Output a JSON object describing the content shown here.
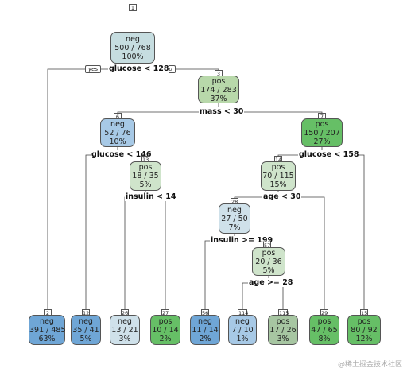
{
  "tree": {
    "edge_labels": {
      "yes": "yes",
      "no": "no"
    },
    "splits": {
      "s1": "glucose < 128",
      "s3": "mass < 30",
      "s6": "glucose < 146",
      "s7": "glucose < 158",
      "s13": "insulin < 14",
      "s14": "age < 30",
      "s28": "insulin >= 199",
      "s57": "age >= 28"
    },
    "nodes": {
      "n1": {
        "id": "1",
        "cls": "neg",
        "count": "500 / 768",
        "pct": "100%"
      },
      "n3": {
        "id": "3",
        "cls": "pos",
        "count": "174 / 283",
        "pct": "37%"
      },
      "n6": {
        "id": "6",
        "cls": "neg",
        "count": "52 / 76",
        "pct": "10%"
      },
      "n7": {
        "id": "7",
        "cls": "pos",
        "count": "150 / 207",
        "pct": "27%"
      },
      "n13": {
        "id": "13",
        "cls": "pos",
        "count": "18 / 35",
        "pct": "5%"
      },
      "n14": {
        "id": "14",
        "cls": "pos",
        "count": "70 / 115",
        "pct": "15%"
      },
      "n28": {
        "id": "28",
        "cls": "neg",
        "count": "27 / 50",
        "pct": "7%"
      },
      "n57": {
        "id": "57",
        "cls": "pos",
        "count": "20 / 36",
        "pct": "5%"
      },
      "n2": {
        "id": "2",
        "cls": "neg",
        "count": "391 / 485",
        "pct": "63%"
      },
      "n12": {
        "id": "12",
        "cls": "neg",
        "count": "35 / 41",
        "pct": "5%"
      },
      "n26": {
        "id": "26",
        "cls": "neg",
        "count": "13 / 21",
        "pct": "3%"
      },
      "n27": {
        "id": "27",
        "cls": "pos",
        "count": "10 / 14",
        "pct": "2%"
      },
      "n56": {
        "id": "56",
        "cls": "neg",
        "count": "11 / 14",
        "pct": "2%"
      },
      "n114": {
        "id": "114",
        "cls": "neg",
        "count": "7 / 10",
        "pct": "1%"
      },
      "n115": {
        "id": "115",
        "cls": "pos",
        "count": "17 / 26",
        "pct": "3%"
      },
      "n29": {
        "id": "29",
        "cls": "pos",
        "count": "47 / 65",
        "pct": "8%"
      },
      "n15": {
        "id": "15",
        "cls": "pos",
        "count": "80 / 92",
        "pct": "12%"
      }
    }
  },
  "watermark": "@稀土掘金技术社区"
}
